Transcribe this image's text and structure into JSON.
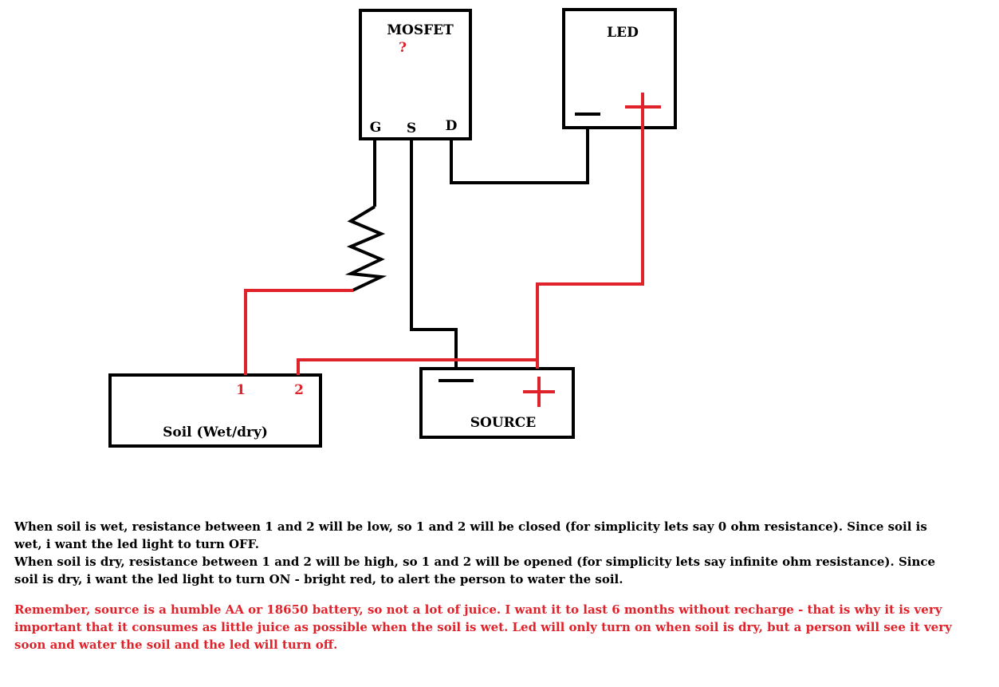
{
  "colors": {
    "black_wire": "#000000",
    "red_wire": "#e0222a"
  },
  "components": {
    "mosfet": {
      "label": "MOSFET",
      "question": "?",
      "pin_g": "G",
      "pin_s": "S",
      "pin_d": "D"
    },
    "led": {
      "label": "LED",
      "minus_icon": "minus-sign-icon",
      "plus_icon": "plus-sign-icon"
    },
    "soil": {
      "label": "Soil (Wet/dry)",
      "pin_1": "1",
      "pin_2": "2"
    },
    "source": {
      "label": "SOURCE",
      "minus_icon": "minus-sign-icon",
      "plus_icon": "plus-sign-icon"
    },
    "resistor_icon": "zigzag-resistor-icon"
  },
  "notes": {
    "wet": "When soil is wet, resistance between 1 and 2 will be low, so 1 and 2 will be closed (for simplicity lets say 0 ohm resistance). Since soil is wet, i want the led light to turn OFF.",
    "dry": "When soil is dry, resistance between 1 and 2 will be high, so 1 and 2 will be opened (for simplicity lets say infinite ohm resistance). Since soil is dry, i want the led light to turn ON - bright red, to alert the person to water the soil.",
    "battery": "Remember, source is a humble AA or 18650 battery, so not a lot of juice. I want it to last 6 months without recharge - that is why it is very important that it consumes as little juice as possible when the soil is wet. Led will only turn on when soil is dry, but a person will see it very soon and water the soil and the led will turn off."
  }
}
